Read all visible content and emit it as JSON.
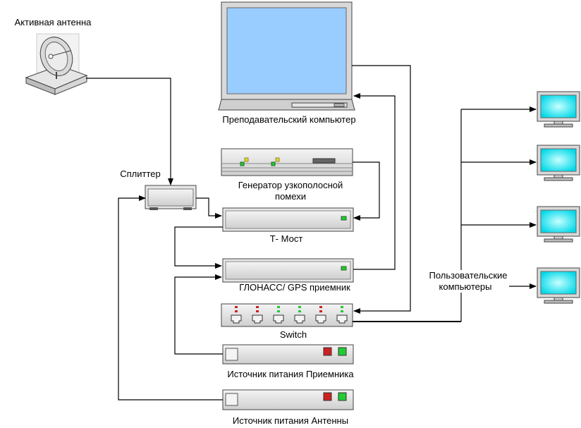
{
  "labels": {
    "antenna": "Активная антенна",
    "splitter": "Сплиттер",
    "teacher_pc": "Преподавательский компьютер",
    "jammer_line1": "Генератор узкополосной",
    "jammer_line2": "помехи",
    "t_bridge": "Т- Мост",
    "receiver": "ГЛОНАСС/ GPS  приемник",
    "switch": "Switch",
    "receiver_power": "Источник питания Приемника",
    "antenna_power": "Источник питания Антенны",
    "user_pcs_line1": "Пользовательские",
    "user_pcs_line2": "компьютеры"
  },
  "colors": {
    "screen": "#99ccff",
    "user_screen": "#00e5f0",
    "device_body": "#e6e6e6",
    "led_green": "#22cc33",
    "led_red": "#cc2222",
    "led_yellow": "#e8d800",
    "connector": "#000000"
  }
}
